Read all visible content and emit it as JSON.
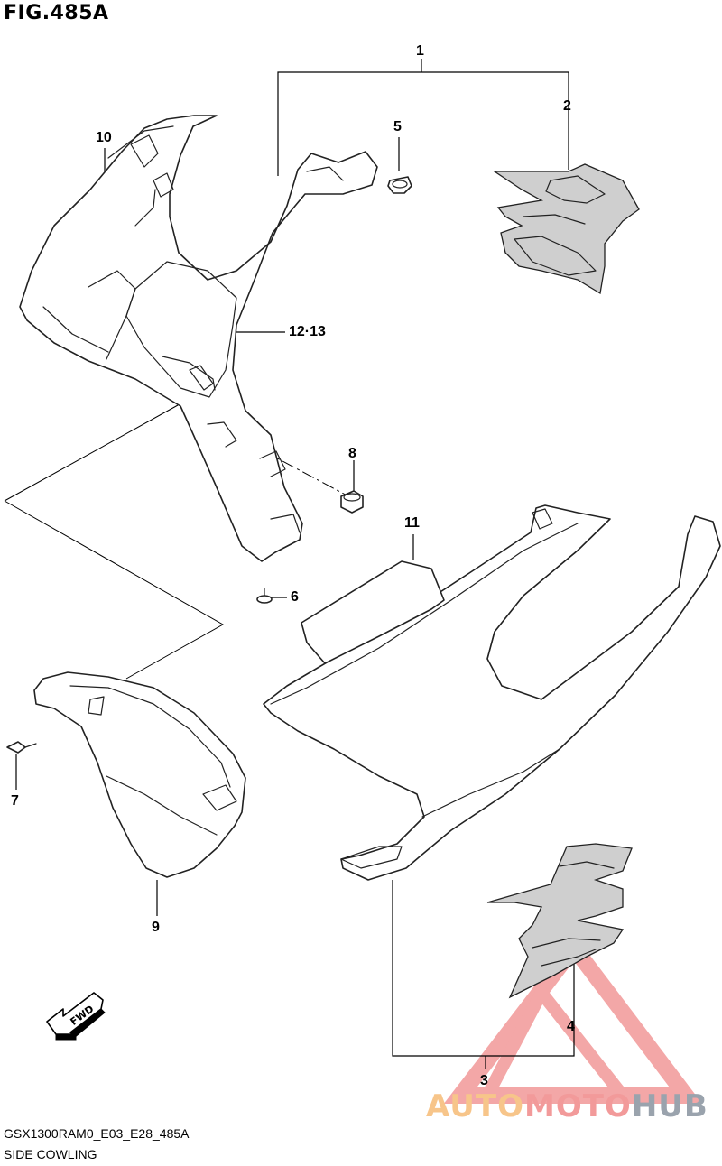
{
  "figure": {
    "title": "FIG.485A"
  },
  "callouts": {
    "c1": "1",
    "c2": "2",
    "c3": "3",
    "c4": "4",
    "c5": "5",
    "c6": "6",
    "c7": "7",
    "c8": "8",
    "c9": "9",
    "c10": "10",
    "c11": "11",
    "c12_13": "12·13"
  },
  "fwd_arrow": {
    "label": "FWD"
  },
  "footer": {
    "code": "GSX1300RAM0_E03_E28_485A",
    "name": "SIDE COWLING"
  },
  "watermark": {
    "part1": "AUTO",
    "part2": "MOTO",
    "part3": "HUB",
    "colors": {
      "auto": "#f7c58a",
      "moto": "#f29a9a",
      "hub": "#9aa3ad",
      "triangle": "#f08a8a"
    }
  }
}
